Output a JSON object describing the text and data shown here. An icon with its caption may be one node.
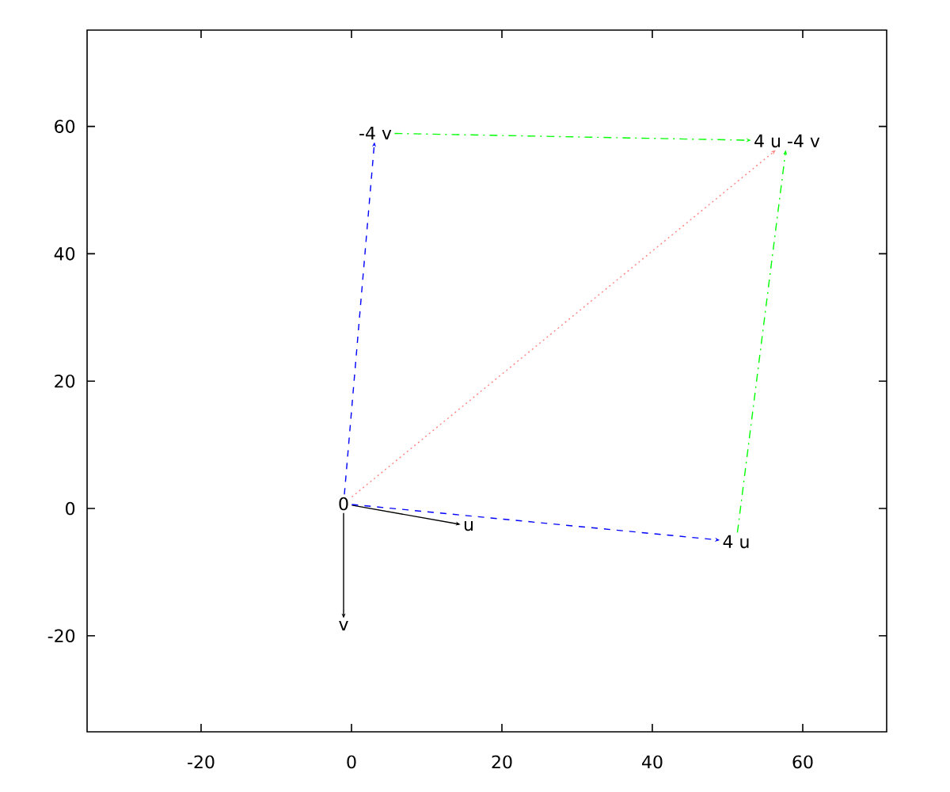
{
  "diagram": {
    "nodes": [
      {
        "text": [
          "0"
        ]
      },
      {
        "text": [
          "u"
        ]
      },
      {
        "text": [
          "v"
        ]
      },
      {
        "text": [
          "4 u"
        ]
      },
      {
        "text": [
          "-4 v"
        ]
      },
      {
        "text": [
          "4 u -4 v"
        ]
      }
    ],
    "edges": [
      {
        "from": 0,
        "to": 1,
        "arrow": "to"
      },
      {
        "from": 0,
        "to": 2,
        "arrow": "to"
      },
      {
        "from": 0,
        "to": 3,
        "arrow": "to",
        "style": "dashed",
        "color": "#0000ff"
      },
      {
        "from": 0,
        "to": 4,
        "arrow": "to",
        "style": "dashed",
        "color": "#0000ff"
      },
      {
        "from": 4,
        "to": 5,
        "arrow": "to",
        "style": "dashed",
        "color": "#00ff00"
      },
      {
        "from": 3,
        "to": 5,
        "arrow": "to",
        "style": "dashed",
        "color": "#00ff00"
      },
      {
        "from": 0,
        "to": 5,
        "arrow": "to",
        "style": "dashed",
        "color": "#ff8080"
      }
    ],
    "labels": [
      "60",
      "40",
      "20",
      "0",
      "-20",
      "-20",
      "0",
      "20",
      "40",
      "60"
    ]
  }
}
